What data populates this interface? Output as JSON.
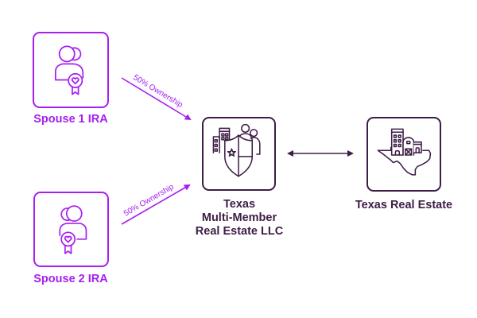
{
  "colors": {
    "ira_accent": "#a61ff0",
    "entity_dark": "#3d1d45",
    "background": "#ffffff"
  },
  "nodes": {
    "spouse1": {
      "label": "Spouse 1 IRA",
      "icon": "person-with-heart-ribbon-icon"
    },
    "spouse2": {
      "label": "Spouse 2 IRA",
      "icon": "person-with-heart-ribbon-icon"
    },
    "llc": {
      "label_lines": [
        "Texas",
        "Multi-Member",
        "Real Estate LLC"
      ],
      "icon": "buildings-shield-people-icon"
    },
    "real_estate": {
      "label": "Texas Real Estate",
      "icon": "texas-map-buildings-icon"
    }
  },
  "edges": [
    {
      "from": "spouse1",
      "to": "llc",
      "label": "50% Ownership",
      "direction": "one-way"
    },
    {
      "from": "spouse2",
      "to": "llc",
      "label": "50% Ownership",
      "direction": "one-way"
    },
    {
      "from": "llc",
      "to": "real_estate",
      "label": "",
      "direction": "two-way"
    }
  ]
}
